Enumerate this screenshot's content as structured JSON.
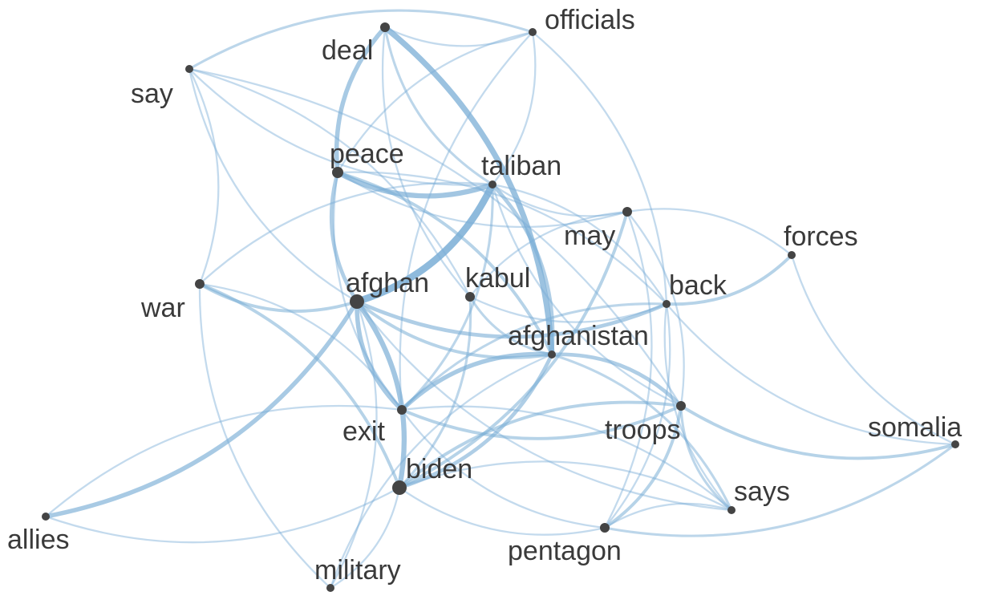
{
  "graph": {
    "colors": {
      "edge": "#7aaed6",
      "node": "#444444",
      "label": "#3a3a3a",
      "background": "#ffffff"
    },
    "nodes": [
      {
        "id": "deal",
        "label": "deal"
      },
      {
        "id": "officials",
        "label": "officials"
      },
      {
        "id": "say",
        "label": "say"
      },
      {
        "id": "peace",
        "label": "peace"
      },
      {
        "id": "taliban",
        "label": "taliban"
      },
      {
        "id": "may",
        "label": "may"
      },
      {
        "id": "forces",
        "label": "forces"
      },
      {
        "id": "war",
        "label": "war"
      },
      {
        "id": "afghan",
        "label": "afghan"
      },
      {
        "id": "kabul",
        "label": "kabul"
      },
      {
        "id": "back",
        "label": "back"
      },
      {
        "id": "afghanistan",
        "label": "afghanistan"
      },
      {
        "id": "exit",
        "label": "exit"
      },
      {
        "id": "troops",
        "label": "troops"
      },
      {
        "id": "somalia",
        "label": "somalia"
      },
      {
        "id": "biden",
        "label": "biden"
      },
      {
        "id": "says",
        "label": "says"
      },
      {
        "id": "allies",
        "label": "allies"
      },
      {
        "id": "pentagon",
        "label": "pentagon"
      },
      {
        "id": "military",
        "label": "military"
      }
    ],
    "edges": [
      [
        "afghan",
        "taliban",
        5
      ],
      [
        "deal",
        "afghanistan",
        4
      ],
      [
        "peace",
        "taliban",
        3.5
      ],
      [
        "afghan",
        "biden",
        3.5
      ],
      [
        "deal",
        "peace",
        3
      ],
      [
        "afghan",
        "allies",
        3
      ],
      [
        "afghan",
        "exit",
        3
      ],
      [
        "exit",
        "afghanistan",
        3
      ],
      [
        "peace",
        "afghan",
        2.5
      ],
      [
        "taliban",
        "afghanistan",
        2.5
      ],
      [
        "biden",
        "afghanistan",
        2.5
      ],
      [
        "afghanistan",
        "troops",
        2.5
      ],
      [
        "afghan",
        "back",
        2.5
      ],
      [
        "war",
        "biden",
        2
      ],
      [
        "war",
        "afghan",
        2
      ],
      [
        "peace",
        "afghanistan",
        2
      ],
      [
        "afghan",
        "afghanistan",
        2
      ],
      [
        "may",
        "biden",
        2
      ],
      [
        "exit",
        "troops",
        2
      ],
      [
        "biden",
        "troops",
        2
      ],
      [
        "troops",
        "somalia",
        2
      ],
      [
        "troops",
        "pentagon",
        2
      ],
      [
        "back",
        "forces",
        2
      ],
      [
        "say",
        "officials",
        1.5
      ],
      [
        "deal",
        "taliban",
        1.5
      ],
      [
        "kabul",
        "biden",
        1.5
      ],
      [
        "kabul",
        "afghanistan",
        1.5
      ],
      [
        "exit",
        "back",
        1.5
      ],
      [
        "pentagon",
        "somalia",
        1.5
      ],
      [
        "afghanistan",
        "says",
        1.5
      ],
      [
        "troops",
        "says",
        1.5
      ],
      [
        "taliban",
        "exit",
        1.5
      ],
      [
        "deal",
        "kabul",
        1
      ],
      [
        "officials",
        "taliban",
        1
      ],
      [
        "officials",
        "peace",
        1
      ],
      [
        "officials",
        "back",
        1
      ],
      [
        "say",
        "afghan",
        1
      ],
      [
        "say",
        "war",
        1
      ],
      [
        "say",
        "taliban",
        1
      ],
      [
        "say",
        "kabul",
        1
      ],
      [
        "war",
        "military",
        1
      ],
      [
        "war",
        "taliban",
        1
      ],
      [
        "peace",
        "may",
        1
      ],
      [
        "peace",
        "back",
        1
      ],
      [
        "taliban",
        "may",
        1
      ],
      [
        "taliban",
        "back",
        1
      ],
      [
        "kabul",
        "back",
        1
      ],
      [
        "may",
        "forces",
        1
      ],
      [
        "exit",
        "pentagon",
        1
      ],
      [
        "exit",
        "says",
        1
      ],
      [
        "biden",
        "pentagon",
        1
      ],
      [
        "biden",
        "says",
        1
      ],
      [
        "military",
        "biden",
        1
      ],
      [
        "military",
        "afghanistan",
        1
      ],
      [
        "forces",
        "somalia",
        1
      ],
      [
        "allies",
        "exit",
        1
      ],
      [
        "allies",
        "biden",
        1
      ],
      [
        "pentagon",
        "says",
        1
      ],
      [
        "afghan",
        "says",
        1
      ],
      [
        "may",
        "troops",
        1
      ],
      [
        "back",
        "somalia",
        1
      ],
      [
        "back",
        "pentagon",
        1
      ],
      [
        "deal",
        "officials",
        1
      ],
      [
        "afghan",
        "military",
        1
      ],
      [
        "officials",
        "exit",
        1
      ],
      [
        "say",
        "troops",
        1
      ],
      [
        "peace",
        "exit",
        1
      ],
      [
        "war",
        "exit",
        1
      ],
      [
        "taliban",
        "troops",
        1
      ],
      [
        "kabul",
        "may",
        1
      ],
      [
        "back",
        "says",
        1
      ],
      [
        "may",
        "pentagon",
        1
      ]
    ]
  }
}
